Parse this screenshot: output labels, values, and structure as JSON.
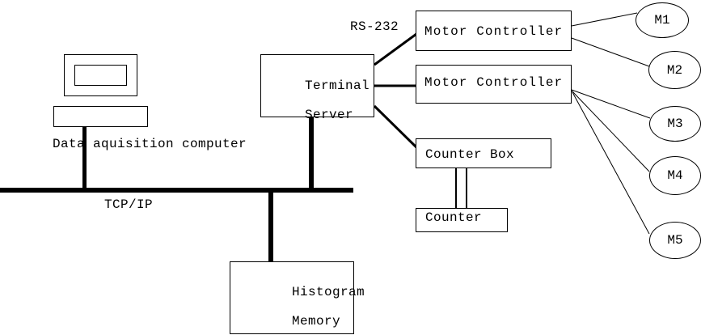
{
  "diagram": {
    "labels": {
      "data_acquisition": "Data aquisition computer",
      "tcp_ip": "TCP/IP",
      "rs_232": "RS-232",
      "terminal_server_line1": "Terminal",
      "terminal_server_line2": "Server",
      "motor_controller_1": "Motor Controller",
      "motor_controller_2": "Motor Controller",
      "counter_box": "Counter Box",
      "counter": "Counter",
      "histogram_line1": "Histogram",
      "histogram_line2": "Memory"
    },
    "motors": [
      "M1",
      "M2",
      "M3",
      "M4",
      "M5"
    ],
    "colors": {
      "line": "#000000",
      "background": "#ffffff",
      "text": "#000000"
    }
  }
}
